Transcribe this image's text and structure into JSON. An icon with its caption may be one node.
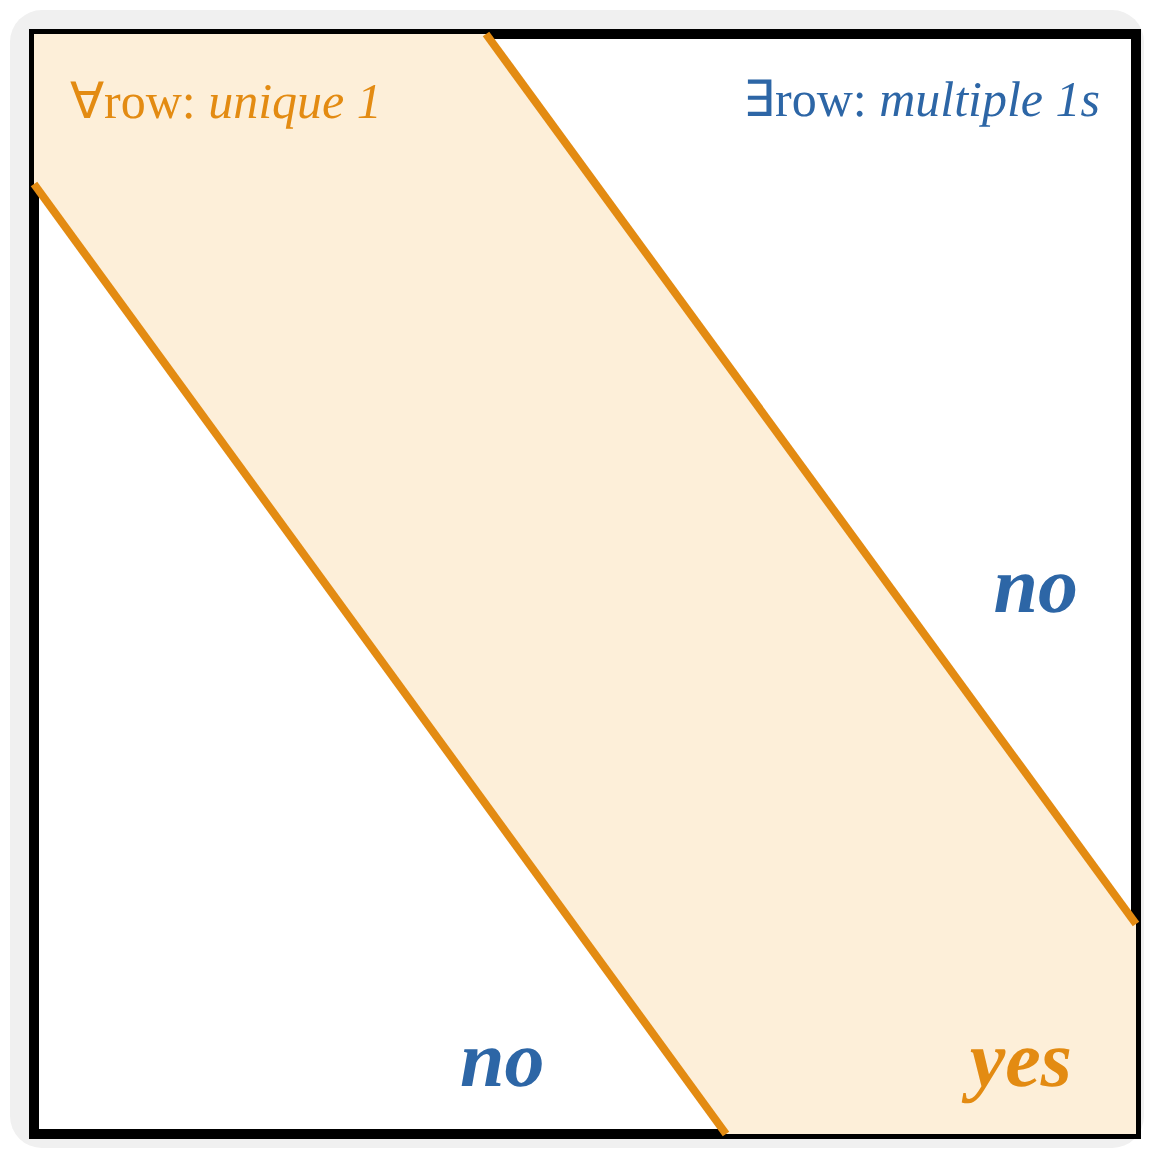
{
  "diagram": {
    "nodes": [
      {
        "text": [
          "∀row: *unique 1*",
          "yes"
        ]
      }
    ],
    "labels": [
      "∃row: *multiple 1s*",
      "no",
      "no"
    ]
  }
}
